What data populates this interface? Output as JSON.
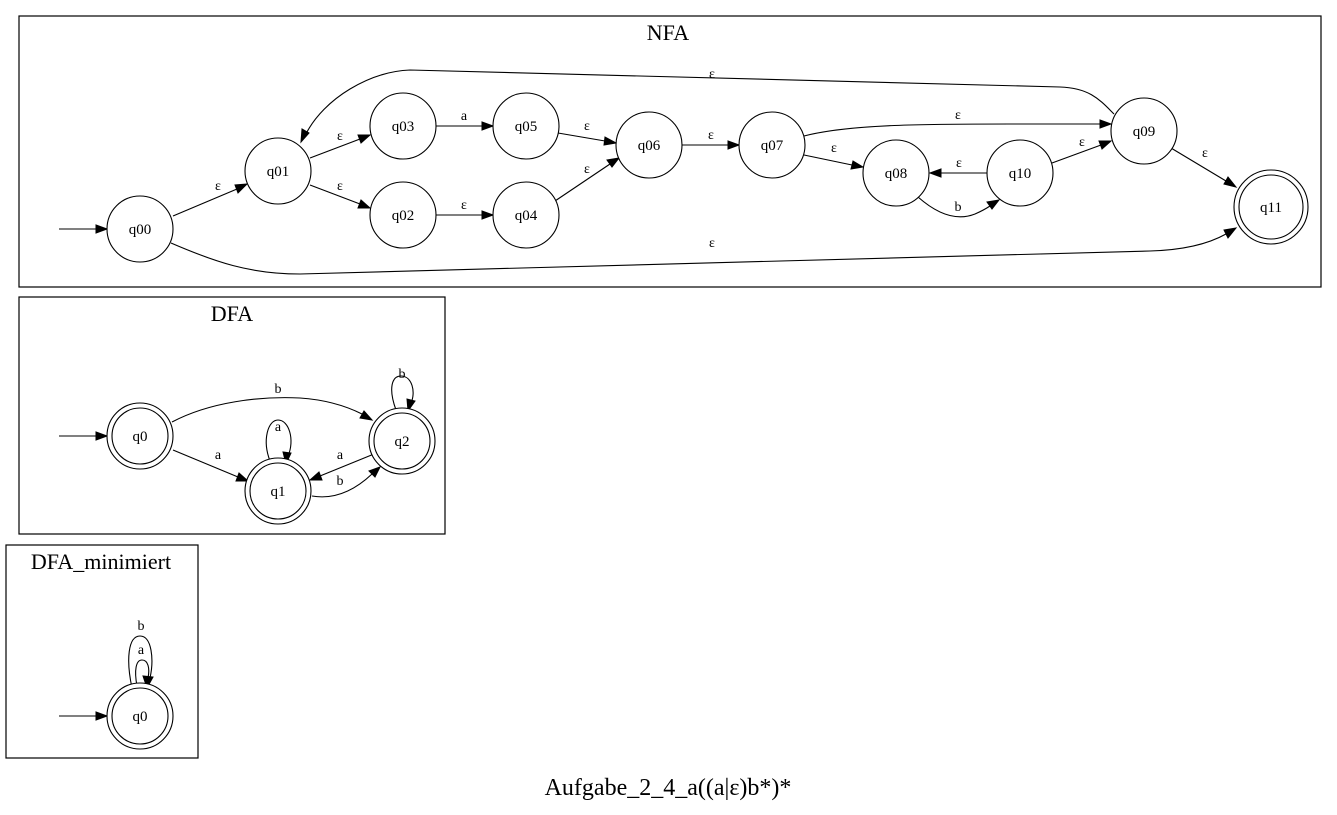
{
  "caption": "Aufgabe_2_4_a((a|ε)b*)*",
  "nfa": {
    "title": "NFA",
    "states": {
      "q00": "q00",
      "q01": "q01",
      "q02": "q02",
      "q03": "q03",
      "q04": "q04",
      "q05": "q05",
      "q06": "q06",
      "q07": "q07",
      "q08": "q08",
      "q09": "q09",
      "q10": "q10",
      "q11": "q11"
    },
    "accepting": [
      "q11"
    ],
    "start": "q00",
    "transitions": [
      {
        "from": "q00",
        "to": "q01",
        "label": "ε"
      },
      {
        "from": "q00",
        "to": "q11",
        "label": "ε"
      },
      {
        "from": "q01",
        "to": "q03",
        "label": "ε"
      },
      {
        "from": "q01",
        "to": "q02",
        "label": "ε"
      },
      {
        "from": "q03",
        "to": "q05",
        "label": "a"
      },
      {
        "from": "q02",
        "to": "q04",
        "label": "ε"
      },
      {
        "from": "q05",
        "to": "q06",
        "label": "ε"
      },
      {
        "from": "q04",
        "to": "q06",
        "label": "ε"
      },
      {
        "from": "q06",
        "to": "q07",
        "label": "ε"
      },
      {
        "from": "q07",
        "to": "q09",
        "label": "ε"
      },
      {
        "from": "q07",
        "to": "q08",
        "label": "ε"
      },
      {
        "from": "q10",
        "to": "q08",
        "label": "ε"
      },
      {
        "from": "q08",
        "to": "q10",
        "label": "b"
      },
      {
        "from": "q10",
        "to": "q09",
        "label": "ε"
      },
      {
        "from": "q09",
        "to": "q01",
        "label": "ε"
      },
      {
        "from": "q09",
        "to": "q11",
        "label": "ε"
      }
    ]
  },
  "dfa": {
    "title": "DFA",
    "states": {
      "q0": "q0",
      "q1": "q1",
      "q2": "q2"
    },
    "accepting": [
      "q0",
      "q1",
      "q2"
    ],
    "start": "q0",
    "transitions": [
      {
        "from": "q0",
        "to": "q2",
        "label": "b"
      },
      {
        "from": "q0",
        "to": "q1",
        "label": "a"
      },
      {
        "from": "q1",
        "to": "q1",
        "label": "a"
      },
      {
        "from": "q2",
        "to": "q2",
        "label": "b"
      },
      {
        "from": "q2",
        "to": "q1",
        "label": "a"
      },
      {
        "from": "q1",
        "to": "q2",
        "label": "b"
      }
    ]
  },
  "dfa_min": {
    "title": "DFA_minimiert",
    "states": {
      "q0": "q0"
    },
    "accepting": [
      "q0"
    ],
    "start": "q0",
    "transitions": [
      {
        "from": "q0",
        "to": "q0",
        "label": "b"
      },
      {
        "from": "q0",
        "to": "q0",
        "label": "a"
      }
    ]
  }
}
